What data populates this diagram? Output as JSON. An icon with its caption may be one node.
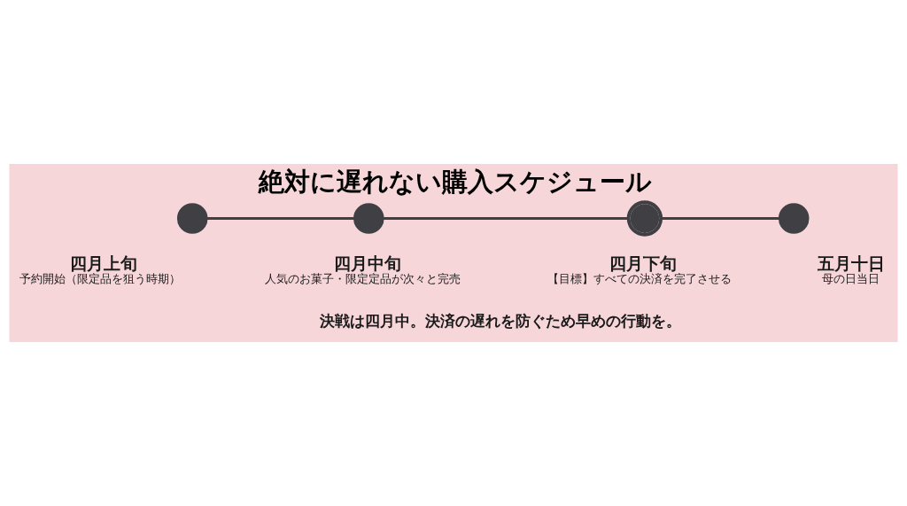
{
  "diagram": {
    "title": "絶対に遅れない購入スケジュール",
    "nodes": [
      {
        "text": [],
        "shape": "circle",
        "beside": [
          "四月上旬",
          "予約開始（限定品を狙う時期）"
        ]
      },
      {
        "text": [],
        "shape": "circle",
        "beside": [
          "四月中旬",
          "人気のお菓子・限定定品が次々と完売"
        ]
      },
      {
        "text": [],
        "shape": "doublecircle",
        "beside": [
          "四月下旬",
          "【目標】すべての決済を完了させる"
        ]
      },
      {
        "text": [],
        "shape": "circle",
        "beside": [
          "五月十日",
          "母の日当日"
        ]
      }
    ],
    "edges": [
      {
        "from": 0,
        "to": 1,
        "arrow": "none"
      },
      {
        "from": 1,
        "to": 2,
        "arrow": "none"
      },
      {
        "from": 2,
        "to": 3,
        "arrow": "none"
      }
    ],
    "labels": [
      "決戦は四月中。決済の遅れを防ぐため早めの行動を。"
    ]
  }
}
